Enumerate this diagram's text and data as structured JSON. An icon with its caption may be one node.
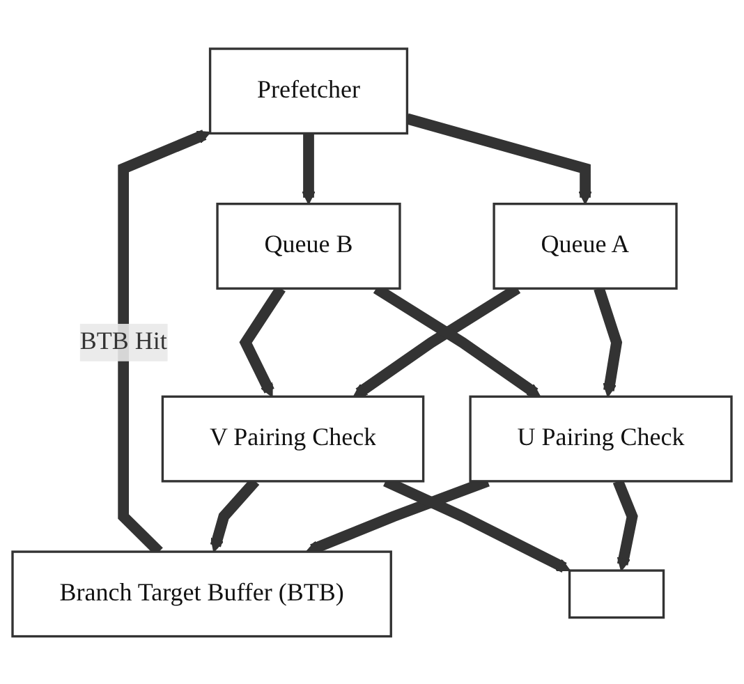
{
  "diagram": {
    "nodes": [
      {
        "text": [
          "Prefetcher"
        ]
      },
      {
        "text": [
          "Queue A"
        ]
      },
      {
        "text": [
          "Queue B"
        ]
      },
      {
        "text": [
          "U Pairing Check"
        ]
      },
      {
        "text": [
          "V Pairing Check"
        ]
      },
      {
        "text": [
          "Branch Target Buffer (BTB)"
        ]
      },
      {
        "text": [],
        "shape": "bar"
      }
    ],
    "edges": [
      {
        "from": 0,
        "to": 1,
        "arrow": "to"
      },
      {
        "from": 0,
        "to": 2,
        "arrow": "to"
      },
      {
        "from": 1,
        "to": 3,
        "arrow": "to"
      },
      {
        "from": 1,
        "to": 4,
        "arrow": "to"
      },
      {
        "from": 2,
        "to": 3,
        "arrow": "to"
      },
      {
        "from": 2,
        "to": 4,
        "arrow": "to"
      },
      {
        "from": 3,
        "to": 5,
        "arrow": "to"
      },
      {
        "from": 4,
        "to": 5,
        "arrow": "to"
      },
      {
        "from": 3,
        "to": 6,
        "arrow": "to"
      },
      {
        "from": 4,
        "to": 6,
        "arrow": "to"
      },
      {
        "from": 5,
        "to": 0,
        "arrow": "to",
        "label": "BTB Hit"
      }
    ]
  }
}
